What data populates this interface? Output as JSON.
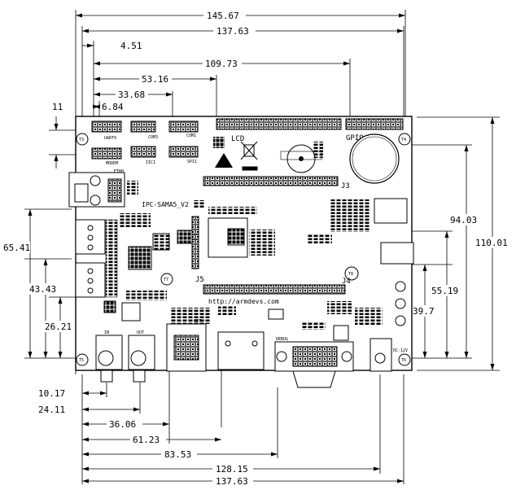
{
  "dimensions": {
    "top": [
      "145.67",
      "137.63",
      "4.51",
      "109.73",
      "53.16",
      "33.68",
      "6.84"
    ],
    "left": [
      "11",
      "65.41",
      "43.43",
      "26.21"
    ],
    "right": [
      "110.01",
      "94.03",
      "55.19",
      "39.7"
    ],
    "bottom": [
      "10.17",
      "24.11",
      "36.06",
      "61.23",
      "83.53",
      "128.15",
      "137.63"
    ]
  },
  "board_labels": {
    "lcd": "LCD",
    "gpio": "GPIO",
    "eth": "ETH0",
    "model": "IPC-SAMA5_V2",
    "j3": "J3",
    "j4": "J4",
    "j5": "J5",
    "url": "http://armdevs.com",
    "uart0": "UART0",
    "modem": "MODEM",
    "com3": "COM3",
    "com1": "COM1",
    "iic1": "IIC1",
    "spi1": "SPI1",
    "audio_in": "IN",
    "audio_out": "OUT",
    "debug": "DEBUG",
    "dc": "DC-12V",
    "geth": "GETH"
  },
  "holes": [
    "T3",
    "T4",
    "T5",
    "T6",
    "T7",
    "T8"
  ]
}
